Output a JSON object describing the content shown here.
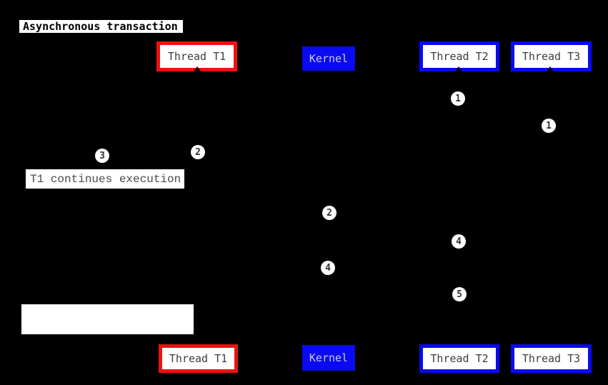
{
  "diagram": {
    "title": "Asynchronous transaction",
    "actors": [
      {
        "id": "thread-t1",
        "label": "Thread T1",
        "style": "red-border"
      },
      {
        "id": "kernel",
        "label": "Kernel",
        "style": "blue-fill"
      },
      {
        "id": "thread-t2",
        "label": "Thread T2",
        "style": "blue-border"
      },
      {
        "id": "thread-t3",
        "label": "Thread T3",
        "style": "blue-border"
      }
    ],
    "notes": [
      {
        "text": "T1 continues execution"
      },
      {
        "text": ""
      }
    ],
    "sequence_numbers": [
      "1",
      "1",
      "2",
      "3",
      "2",
      "4",
      "4",
      "5"
    ],
    "colors": {
      "background": "#000000",
      "t1_border_red": "#ee1111",
      "blue": "#0909f2",
      "box_fill": "#ffffff",
      "kernel_text": "#c9c9f7",
      "actor_text": "#3d3d3d",
      "note_text": "#4a4a4a",
      "number_text": "#333333"
    }
  }
}
